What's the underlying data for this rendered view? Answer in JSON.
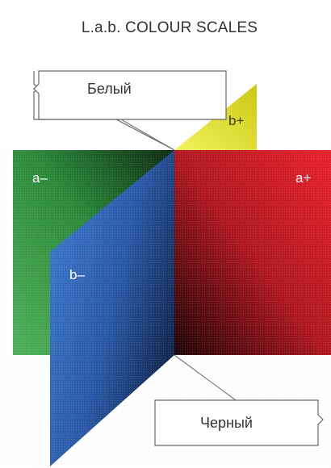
{
  "title": "L.a.b. COLOUR SCALES",
  "labels": {
    "a_minus": "a–",
    "a_plus": "a+",
    "b_minus": "b–",
    "b_plus": "b+"
  },
  "callouts": {
    "white": "Белый",
    "black": "Черный"
  },
  "colors": {
    "green": "#3a9a48",
    "red": "#e02431",
    "blue": "#2f63b4",
    "yellow": "#e8e62a",
    "callout_border": "#666666"
  }
}
